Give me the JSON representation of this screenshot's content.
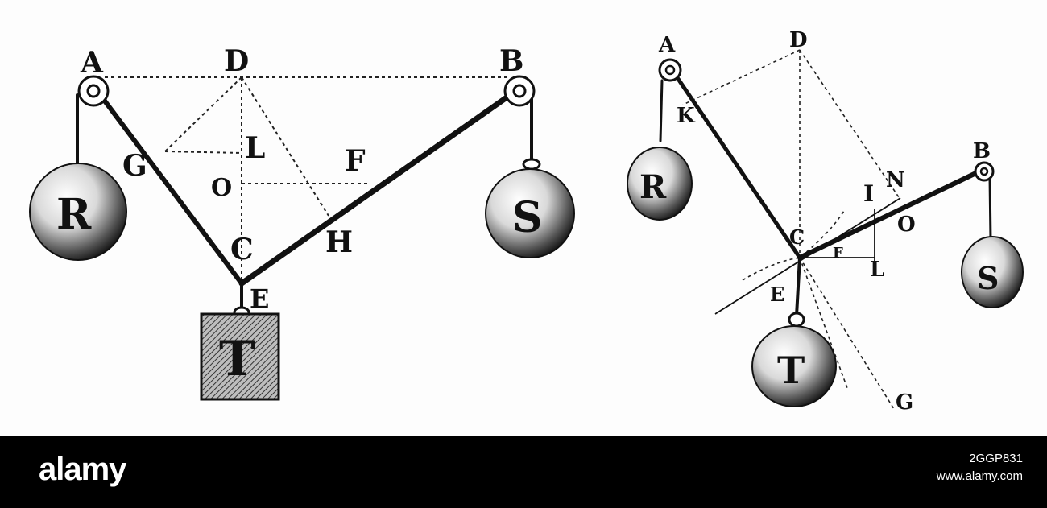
{
  "figure_left": {
    "labels": {
      "A": "A",
      "D": "D",
      "B": "B",
      "G": "G",
      "L": "L",
      "F": "F",
      "O": "O",
      "C": "C",
      "H": "H",
      "E": "E",
      "R": "R",
      "S": "S",
      "T": "T"
    }
  },
  "figure_right": {
    "labels": {
      "A": "A",
      "D": "D",
      "K": "K",
      "R": "R",
      "B": "B",
      "I": "I",
      "N": "N",
      "O": "O",
      "C": "C",
      "F": "F",
      "L": "L",
      "E": "E",
      "S": "S",
      "T": "T",
      "G": "G"
    }
  },
  "watermark": {
    "logo": "alamy",
    "image_id": "2GGP831",
    "site": "www.alamy.com"
  },
  "colors": {
    "ink": "#111111",
    "banner": "#000000",
    "paper": "#fdfdfd"
  }
}
